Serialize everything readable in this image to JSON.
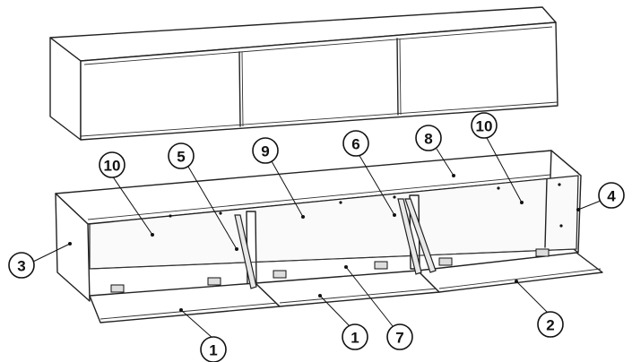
{
  "callouts": [
    {
      "id": "c10a",
      "label": "10"
    },
    {
      "id": "c5",
      "label": "5"
    },
    {
      "id": "c9",
      "label": "9"
    },
    {
      "id": "c6",
      "label": "6"
    },
    {
      "id": "c8",
      "label": "8"
    },
    {
      "id": "c10b",
      "label": "10"
    },
    {
      "id": "c4",
      "label": "4"
    },
    {
      "id": "c3",
      "label": "3"
    },
    {
      "id": "c1a",
      "label": "1"
    },
    {
      "id": "c1b",
      "label": "1"
    },
    {
      "id": "c7",
      "label": "7"
    },
    {
      "id": "c2",
      "label": "2"
    }
  ]
}
